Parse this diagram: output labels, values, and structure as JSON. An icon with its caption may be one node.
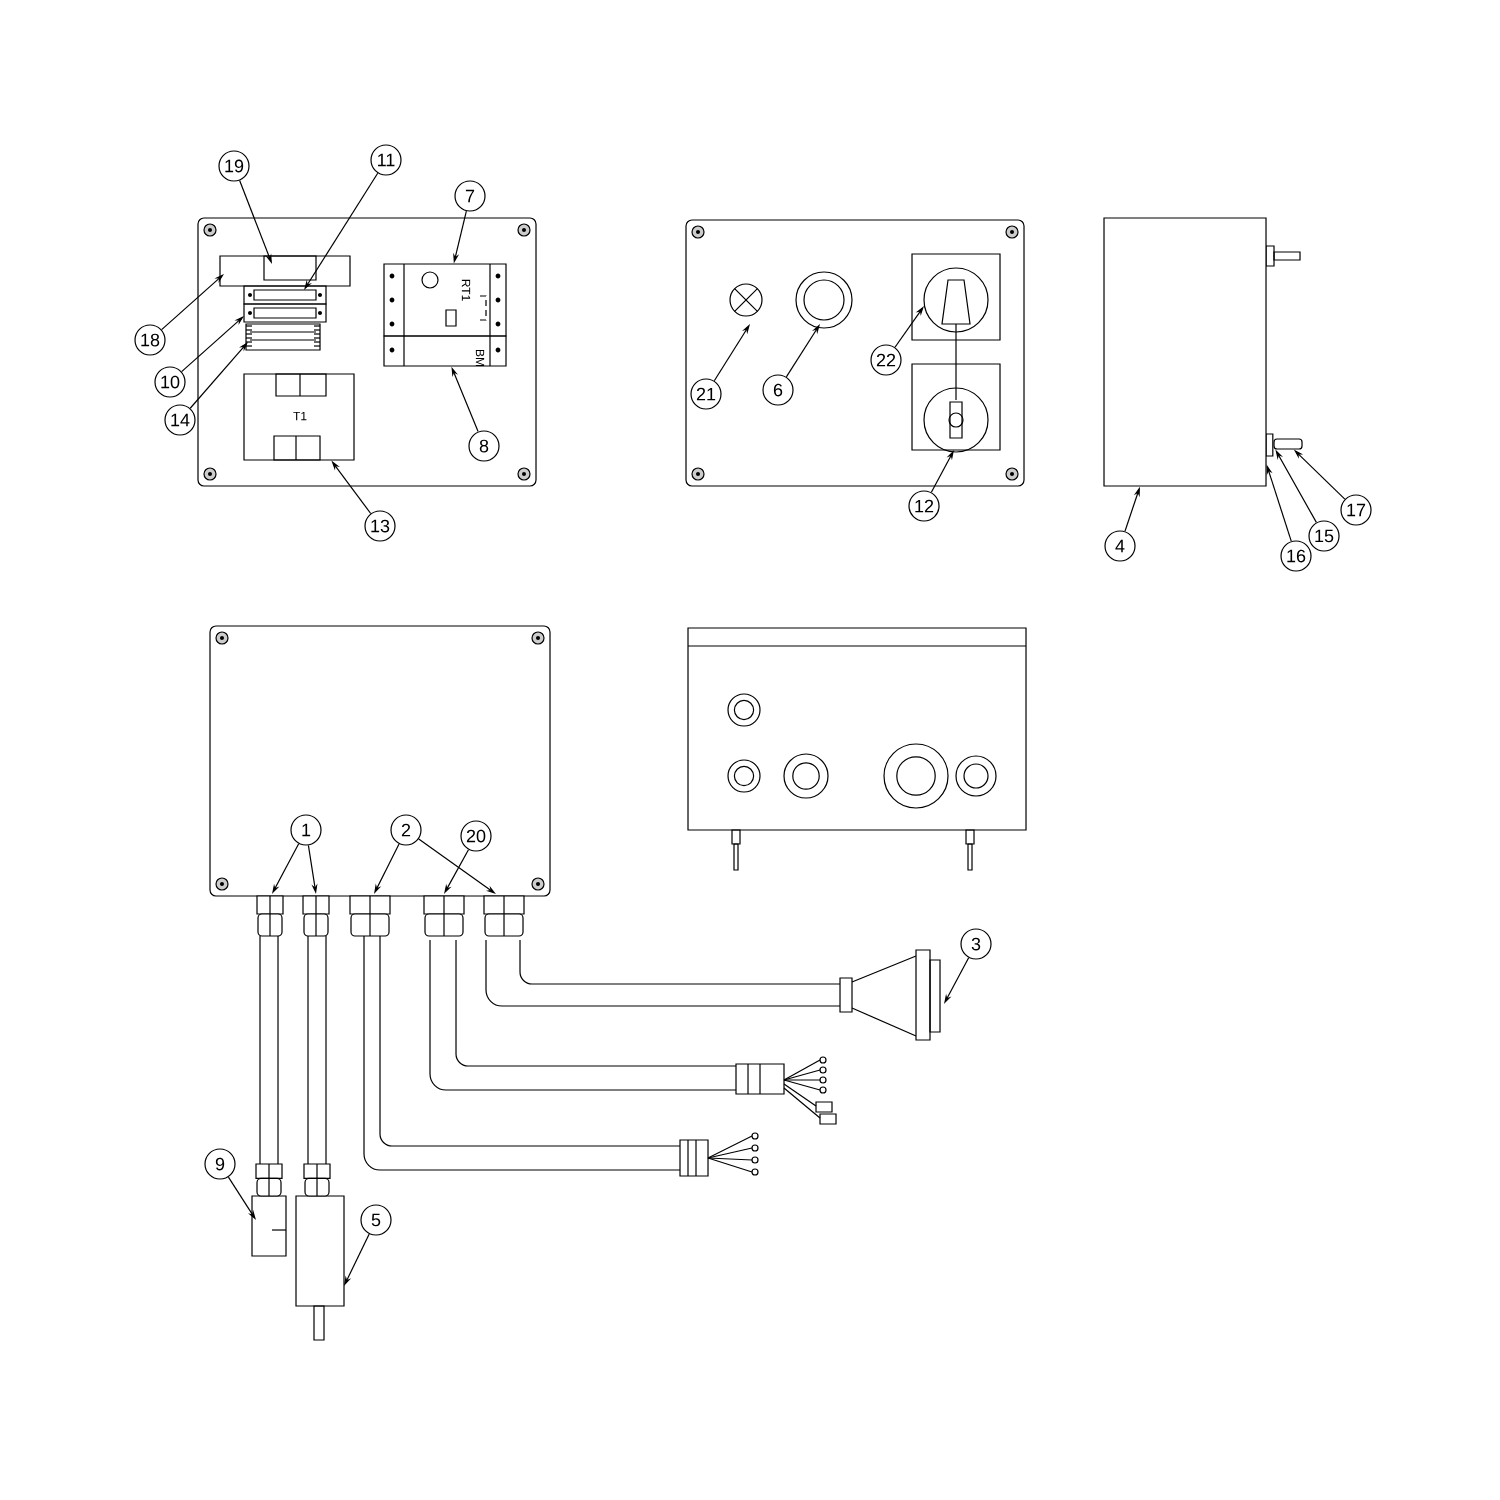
{
  "diagram": {
    "nodes": [
      {
        "text": [
          "19"
        ]
      },
      {
        "text": [
          "11"
        ]
      },
      {
        "text": [
          "7"
        ]
      },
      {
        "text": [
          "18"
        ]
      },
      {
        "text": [
          "10"
        ]
      },
      {
        "text": [
          "14"
        ]
      },
      {
        "text": [
          "8"
        ]
      },
      {
        "text": [
          "13"
        ]
      },
      {
        "text": [
          "21"
        ]
      },
      {
        "text": [
          "6"
        ]
      },
      {
        "text": [
          "22"
        ]
      },
      {
        "text": [
          "12"
        ]
      },
      {
        "text": [
          "4"
        ]
      },
      {
        "text": [
          "16"
        ]
      },
      {
        "text": [
          "15"
        ]
      },
      {
        "text": [
          "17"
        ]
      },
      {
        "text": [
          "1"
        ]
      },
      {
        "text": [
          "2"
        ]
      },
      {
        "text": [
          "20"
        ]
      },
      {
        "text": [
          "3"
        ]
      },
      {
        "text": [
          "9"
        ]
      },
      {
        "text": [
          "5"
        ]
      },
      {
        "text": [],
        "shape": "box"
      },
      {
        "text": [],
        "shape": "bar"
      },
      {
        "text": [
          "RT1"
        ]
      },
      {
        "text": [
          "BM"
        ]
      },
      {
        "text": [
          "T1"
        ]
      }
    ],
    "edges": [
      {
        "from": 0,
        "to": null,
        "arrow": "to"
      },
      {
        "from": 1,
        "to": null,
        "arrow": "to"
      },
      {
        "from": 2,
        "to": 24,
        "arrow": "to"
      },
      {
        "from": 3,
        "to": null,
        "arrow": "to"
      },
      {
        "from": 4,
        "to": null,
        "arrow": "to"
      },
      {
        "from": 5,
        "to": null,
        "arrow": "to"
      },
      {
        "from": 6,
        "to": 25,
        "arrow": "to"
      },
      {
        "from": 7,
        "to": 26,
        "arrow": "to"
      },
      {
        "from": 8,
        "to": null,
        "arrow": "to"
      },
      {
        "from": 9,
        "to": null,
        "arrow": "to"
      },
      {
        "from": 10,
        "to": null,
        "arrow": "to"
      },
      {
        "from": 11,
        "to": null,
        "arrow": "to"
      },
      {
        "from": 12,
        "to": 22,
        "arrow": "to"
      },
      {
        "from": 13,
        "to": 22,
        "arrow": "to"
      },
      {
        "from": 14,
        "to": 23,
        "arrow": "to"
      },
      {
        "from": 15,
        "to": 23,
        "arrow": "to"
      },
      {
        "from": 16,
        "to": null,
        "arrow": "to"
      },
      {
        "from": 16,
        "to": null,
        "arrow": "to"
      },
      {
        "from": 17,
        "to": null,
        "arrow": "to"
      },
      {
        "from": 17,
        "to": null,
        "arrow": "to"
      },
      {
        "from": 18,
        "to": null,
        "arrow": "to"
      },
      {
        "from": 19,
        "to": null,
        "arrow": "to"
      },
      {
        "from": 20,
        "to": null,
        "arrow": "to"
      },
      {
        "from": 21,
        "to": null,
        "arrow": "to"
      }
    ]
  }
}
